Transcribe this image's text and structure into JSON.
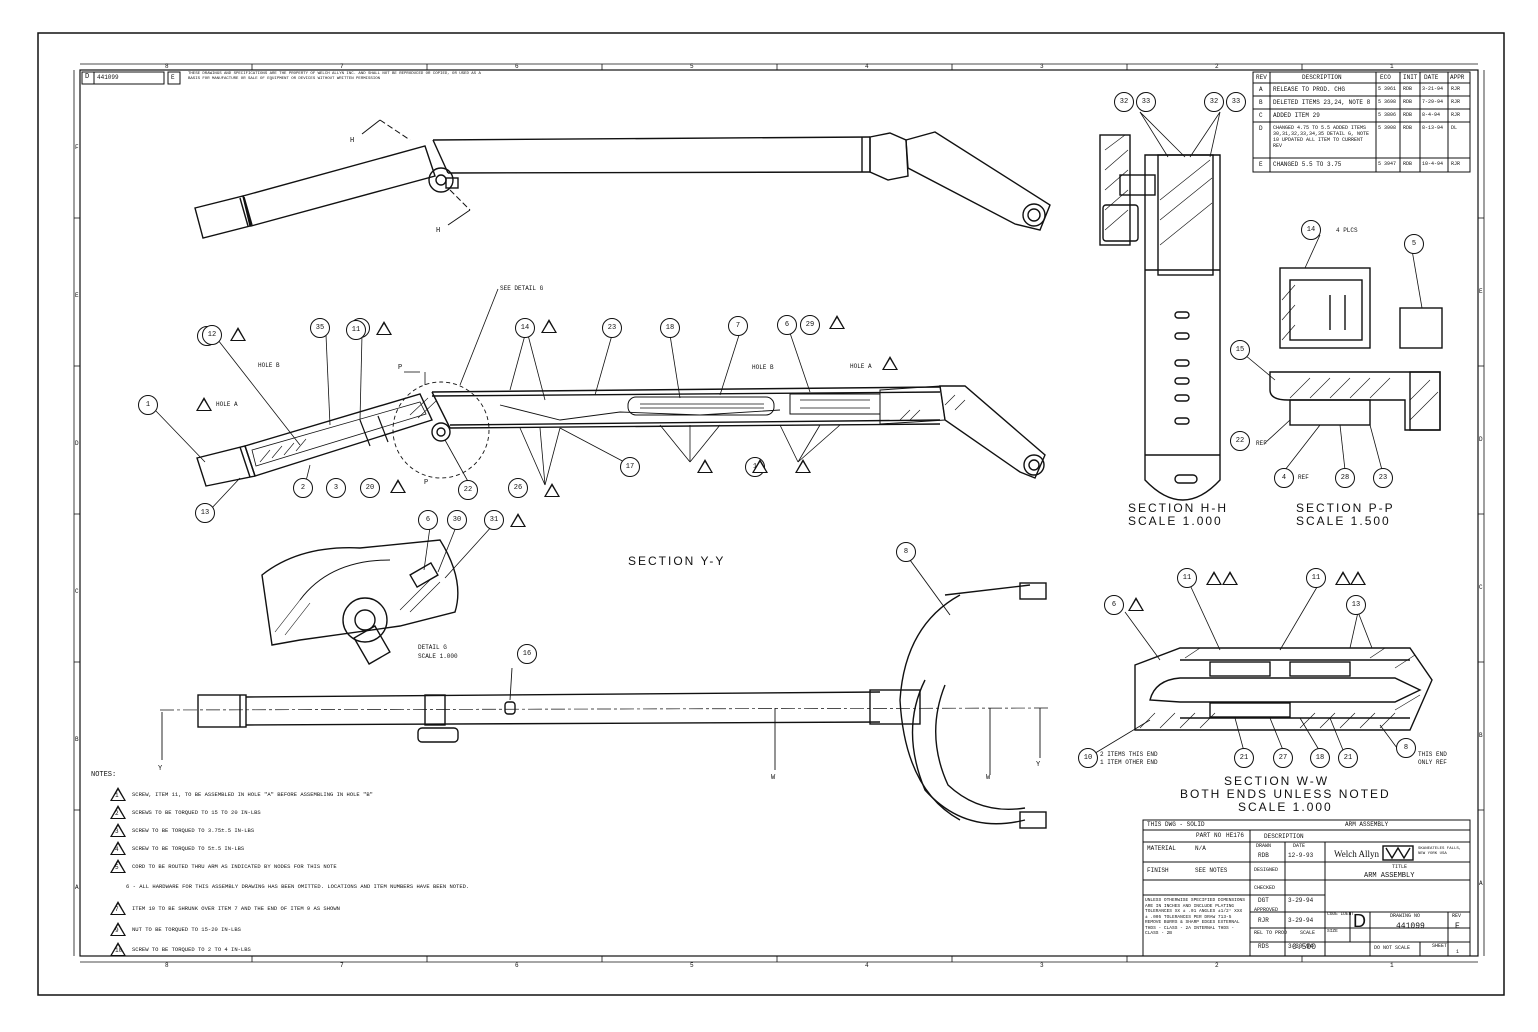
{
  "header": {
    "size_code": "D",
    "dwg_no": "441099",
    "rev": "E",
    "proprietary": "THESE DRAWINGS AND SPECIFICATIONS ARE THE PROPERTY OF WELCH ALLYN INC. AND SHALL NOT BE REPRODUCED OR COPIED, OR USED AS A BASIS FOR MANUFACTURE OR SALE OF EQUIPMENT OR DEVICES WITHOUT WRITTEN PERMISSION"
  },
  "zones": {
    "cols": [
      "8",
      "7",
      "6",
      "5",
      "4",
      "3",
      "2",
      "1"
    ],
    "rows": [
      "F",
      "E",
      "D",
      "C",
      "B",
      "A"
    ]
  },
  "revisions": {
    "headers": [
      "REV",
      "DESCRIPTION",
      "ECO",
      "INIT",
      "DATE",
      "APPR"
    ],
    "rows": [
      {
        "rev": "A",
        "desc": "RELEASE TO PROD. CHG",
        "eco": "5 3961",
        "init": "RDB",
        "date": "3-21-94",
        "appr": "RJR"
      },
      {
        "rev": "B",
        "desc": "DELETED ITEMS 23,24, NOTE 8",
        "eco": "5 3698",
        "init": "RDB",
        "date": "7-29-94",
        "appr": "RJR"
      },
      {
        "rev": "C",
        "desc": "ADDED ITEM 29",
        "eco": "5 3806",
        "init": "RDB",
        "date": "8-4-94",
        "appr": "RJR"
      },
      {
        "rev": "D",
        "desc": "CHANGED 4.75 TO 5.5 ADDED ITEMS 30,31,32,33,34,35 DETAIL G, NOTE 10 UPDATED ALL ITEM TO CURRENT REV",
        "eco": "5 3908",
        "init": "RDB",
        "date": "8-13-94",
        "appr": "DL"
      },
      {
        "rev": "E",
        "desc": "CHANGED 5.5 TO 3.75",
        "eco": "5 3947",
        "init": "RDB",
        "date": "10-4-94",
        "appr": "RJR"
      }
    ]
  },
  "views": {
    "section_yy": "SECTION  Y-Y",
    "section_hh": "SECTION  H-H",
    "section_hh_scale": "SCALE  1.000",
    "section_pp": "SECTION  P-P",
    "section_pp_scale": "SCALE  1.500",
    "section_ww": "SECTION  W-W",
    "section_ww_sub": "BOTH ENDS UNLESS NOTED",
    "section_ww_scale": "SCALE  1.000",
    "detail_g": "DETAIL  G",
    "detail_g_scale": "SCALE  1.000",
    "see_detail": "SEE DETAIL  G",
    "hole_a": "HOLE A",
    "hole_b": "HOLE B",
    "four_plcs": "4 PLCS",
    "ref": "REF",
    "two_items": "2 ITEMS THIS END",
    "one_item": "1 ITEM OTHER END",
    "this_end": "THIS END",
    "only_ref": "ONLY REF",
    "cut_p": "P",
    "cut_y": "Y",
    "cut_w": "W",
    "cut_h": "H"
  },
  "balloons": {
    "top": [
      "1",
      "12",
      "35",
      "11",
      "14",
      "23",
      "18",
      "7",
      "6",
      "29",
      "12",
      "11"
    ],
    "bottom": [
      "13",
      "2",
      "3",
      "20",
      "22",
      "17",
      "26",
      "1"
    ],
    "hh": [
      "32",
      "33",
      "32",
      "33"
    ],
    "pp": [
      "14",
      "5",
      "15",
      "22",
      "4",
      "28",
      "23"
    ],
    "dg": [
      "6",
      "30",
      "31"
    ],
    "ww": [
      "6",
      "11",
      "11",
      "13",
      "10",
      "21",
      "27",
      "18",
      "21",
      "8"
    ],
    "misc": [
      "16",
      "8"
    ]
  },
  "notes": {
    "title": "NOTES:",
    "items": [
      {
        "n": "1",
        "text": "SCREW, ITEM 11, TO BE ASSEMBLED IN HOLE \"A\" BEFORE ASSEMBLING IN HOLE \"B\"",
        "tri": true
      },
      {
        "n": "2",
        "text": "SCREWS TO BE TORQUED TO 15 TO 20 IN-LBS",
        "tri": true
      },
      {
        "n": "3",
        "text": "SCREW TO BE TORQUED TO 3.75±.5 IN-LBS",
        "tri": true
      },
      {
        "n": "4",
        "text": "SCREW TO BE TORQUED TO 5±.5 IN-LBS",
        "tri": true
      },
      {
        "n": "5",
        "text": "CORD TO BE ROUTED THRU ARM AS INDICATED BY NODES FOR THIS NOTE",
        "tri": true
      },
      {
        "n": "6",
        "text": "6 - ALL HARDWARE FOR THIS ASSEMBLY DRAWING HAS BEEN OMITTED. LOCATIONS AND ITEM NUMBERS HAVE BEEN NOTED.",
        "tri": false
      },
      {
        "n": "7",
        "text": "ITEM 10 TO BE SHRUNK OVER ITEM 7 AND THE END OF ITEM 9 AS SHOWN",
        "tri": true
      },
      {
        "n": "9",
        "text": "NUT TO BE TORQUED TO 15-20 IN-LBS",
        "tri": true
      },
      {
        "n": "10",
        "text": "SCREW TO BE TORQUED TO 2 TO 4 IN-LBS",
        "tri": true
      }
    ]
  },
  "title_block": {
    "this_dwg": "THIS DWG - SOLID",
    "part_no_label": "PART NO",
    "part_no": "HE176",
    "material_label": "MATERIAL",
    "material": "N/A",
    "finish_label": "FINISH",
    "finish": "SEE NOTES",
    "title_top": "ARM ASSEMBLY",
    "description_label": "DESCRIPTION",
    "drawn_label": "DRAWN",
    "date_label": "DATE",
    "drawn_by": "RDB",
    "drawn_date": "12-9-93",
    "designed_label": "DESIGNED",
    "checked_label": "CHECKED",
    "checked_by": "DGT",
    "checked_date": "3-29-94",
    "approved_label": "APPROVED",
    "approved_by": "RJR",
    "approved_date": "3-29-94",
    "rel_label": "REL TO PROD",
    "rel_by": "RDS",
    "rel_date": "3-30-94",
    "company": "Welch Allyn",
    "company_addr": "SKANEATELES FALLS, NEW YORK USA",
    "title_label": "TITLE",
    "title": "ARM ASSEMBLY",
    "tolerance": "UNLESS OTHERWISE SPECIFIED DIMENSIONS ARE IN INCHES AND INCLUDE PLATING TOLERANCES XX ± .01 ANGLES ±1/2° XXX ± .005 TOLERANCES PER DRAW 713-5 REMOVE BURRS & SHARP EDGES EXTERNAL THDS - CLASS - 2A INTERNAL THDS - CLASS - 2B",
    "code_label": "CODE IDENT",
    "size_label": "SIZE",
    "size": "D",
    "drawing_no_label": "DRAWING NO",
    "drawing_no": "441099",
    "rev_label": "REV",
    "rev": "E",
    "scale_label": "SCALE",
    "scale": "0.500",
    "do_not_scale": "DO NOT SCALE",
    "sheet_label": "SHEET",
    "sheet": "1"
  }
}
